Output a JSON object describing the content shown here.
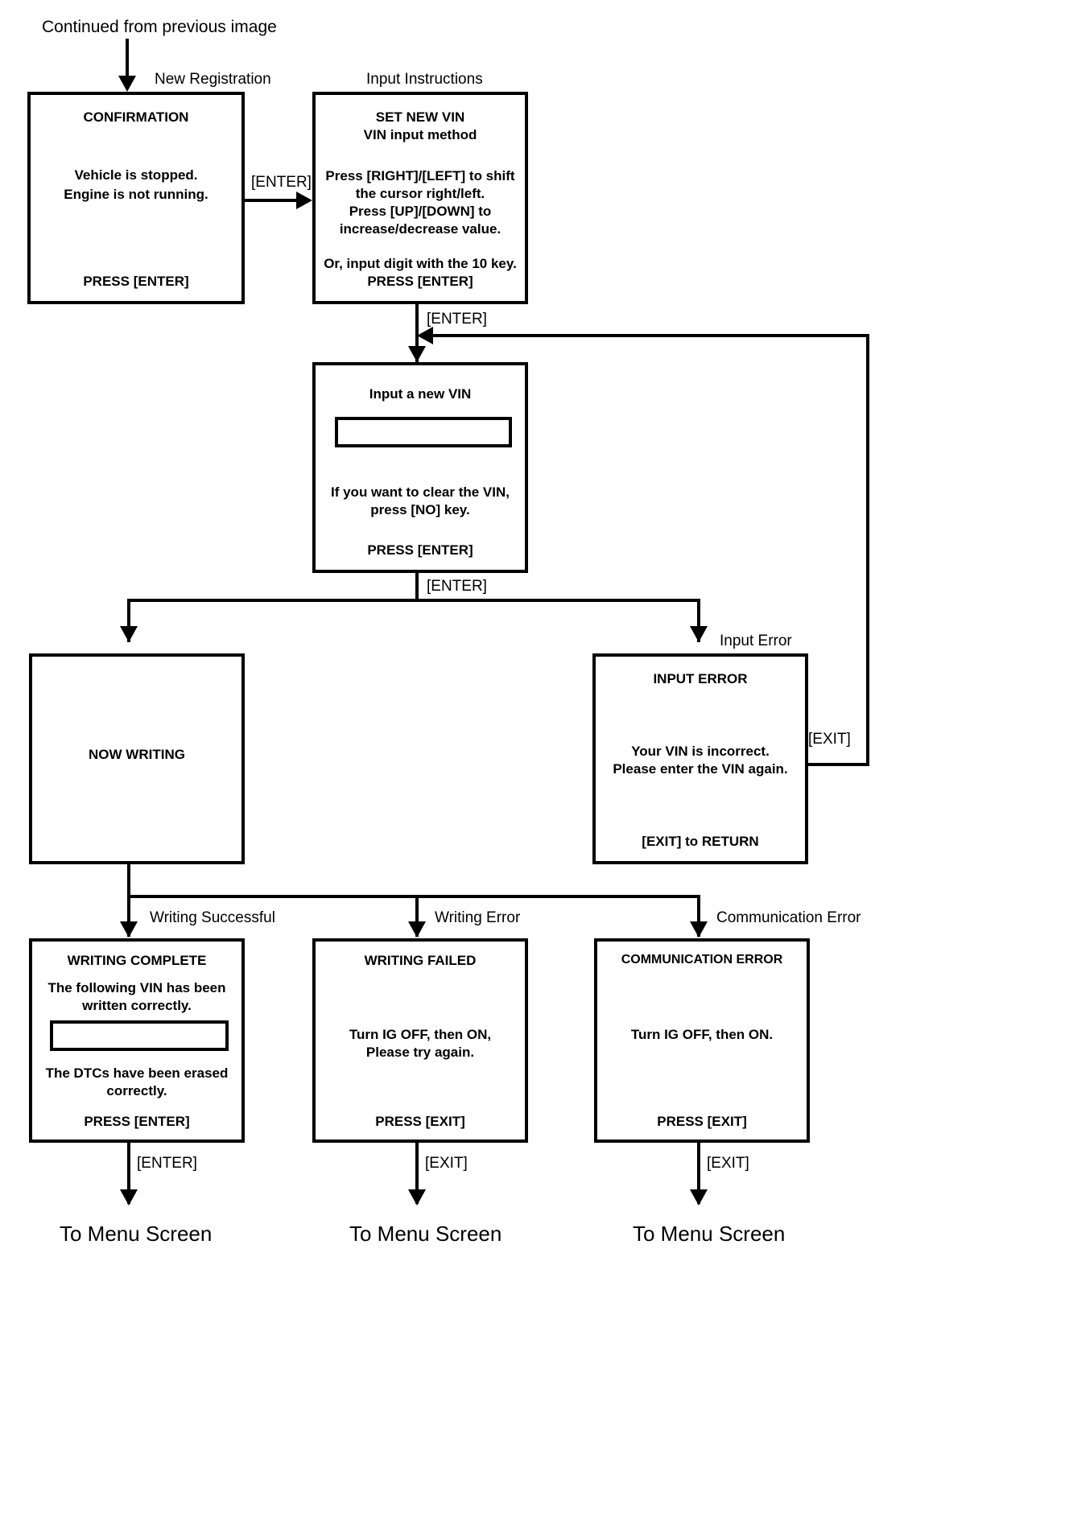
{
  "diagram": {
    "title_note": "Continued from previous image",
    "type": "flowchart",
    "colors": {
      "line": "#000000",
      "background": "#ffffff"
    }
  },
  "annotations": {
    "new_registration": "New Registration",
    "input_instructions": "Input Instructions",
    "input_error": "Input Error",
    "writing_successful": "Writing Successful",
    "writing_error": "Writing Error",
    "communication_error": "Communication Error"
  },
  "edges": {
    "enter_1": "[ENTER]",
    "enter_2": "[ENTER]",
    "enter_3": "[ENTER]",
    "exit_loop": "[EXIT]",
    "enter_complete": "[ENTER]",
    "exit_failed": "[EXIT]",
    "exit_comm": "[EXIT]"
  },
  "screens": {
    "confirmation": {
      "title": "CONFIRMATION",
      "line1": "Vehicle is stopped.",
      "line2": "Engine is not running.",
      "footer": "PRESS [ENTER]"
    },
    "set_new_vin": {
      "title1": "SET NEW VIN",
      "title2": "VIN input method",
      "line1": "Press [RIGHT]/[LEFT] to shift",
      "line2": "the cursor right/left.",
      "line3": "Press [UP]/[DOWN] to",
      "line4": "increase/decrease value.",
      "line5": "Or, input digit with the 10 key.",
      "footer": "PRESS [ENTER]"
    },
    "input_new_vin": {
      "title": "Input a new VIN",
      "field_value": "",
      "line1": "If you want to clear the VIN,",
      "line2": "press [NO] key.",
      "footer": "PRESS [ENTER]"
    },
    "now_writing": {
      "center": "NOW WRITING"
    },
    "input_error": {
      "title": "INPUT ERROR",
      "line1": "Your VIN is incorrect.",
      "line2": "Please enter the VIN again.",
      "footer": "[EXIT] to RETURN"
    },
    "writing_complete": {
      "title": "WRITING COMPLETE",
      "line1": "The following VIN has been",
      "line2": "written correctly.",
      "field_value": "",
      "line3": "The DTCs have been erased",
      "line4": "correctly.",
      "footer": "PRESS [ENTER]"
    },
    "writing_failed": {
      "title": "WRITING FAILED",
      "line1": "Turn IG OFF, then ON,",
      "line2": "Please try again.",
      "footer": "PRESS [EXIT]"
    },
    "communication_error": {
      "title": "COMMUNICATION ERROR",
      "line1": "Turn IG OFF, then ON.",
      "footer": "PRESS [EXIT]"
    }
  },
  "terminals": {
    "menu_left": "To Menu Screen",
    "menu_middle": "To Menu Screen",
    "menu_right": "To Menu Screen"
  }
}
